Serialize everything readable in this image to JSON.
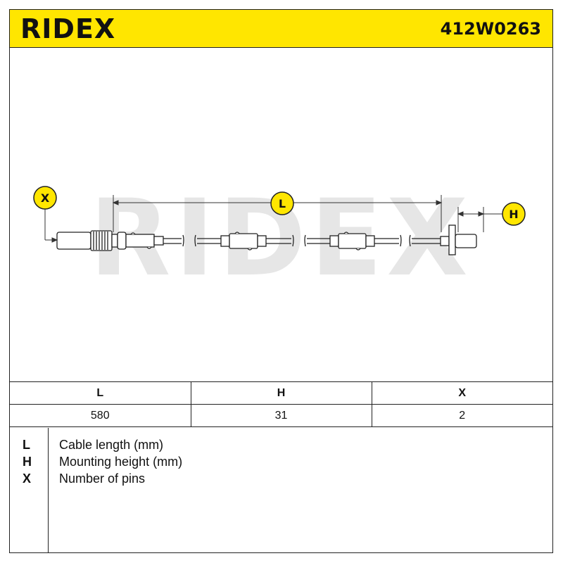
{
  "header": {
    "brand": "RIDEX",
    "part_number": "412W0263",
    "background_color": "#ffe600"
  },
  "watermark": "RIDEX",
  "drawing": {
    "callouts": [
      "X",
      "L",
      "H"
    ]
  },
  "dimensions_table": {
    "headers": [
      "L",
      "H",
      "X"
    ],
    "values": [
      "580",
      "31",
      "2"
    ]
  },
  "legend": [
    {
      "key": "L",
      "description": "Cable length (mm)"
    },
    {
      "key": "H",
      "description": "Mounting height (mm)"
    },
    {
      "key": "X",
      "description": "Number of pins"
    }
  ]
}
